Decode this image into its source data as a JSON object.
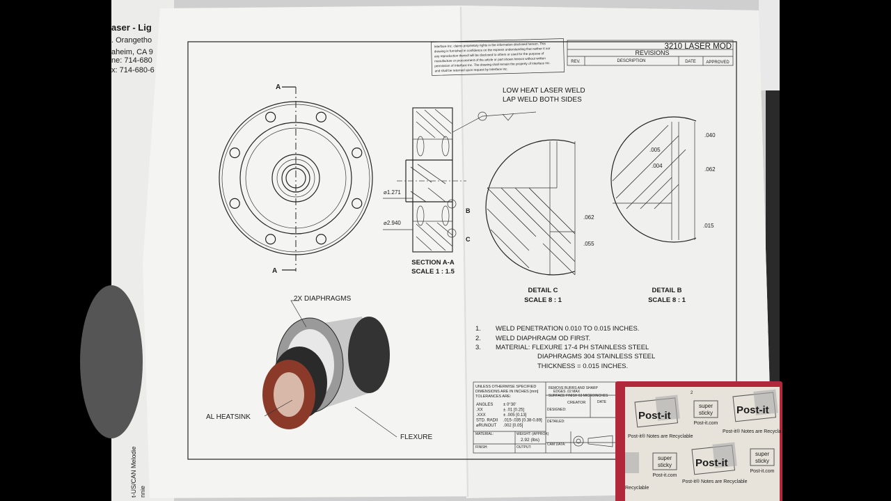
{
  "background_document": {
    "lines": [
      "aser - Lig",
      ". Orangetho",
      "aheim, CA 9",
      "ne: 714-680",
      "x: 714-680-6"
    ],
    "bottom_text": [
      "t-US/CAN Melodie",
      "nnie"
    ]
  },
  "drawing": {
    "disclaimer": [
      "Interface Inc. claims proprietary rights in the information disclosed hereon. This",
      "drawing is furnished in confidence on the express understanding that neither it nor",
      "any reproduction thereof will be disclosed to others or used for the purpose of",
      "manufacture or procurement of the article or part shown hereon without written",
      "permission of Interface Inc. The drawing shall remain the property of Interface Inc.",
      "and shall be returned upon request by Interface Inc."
    ],
    "title": "3210 LASER MOD",
    "revisions": {
      "heading": "REVISIONS",
      "columns": [
        "REV.",
        "DESCRIPTION",
        "DATE",
        "APPROVED"
      ]
    },
    "front_view": {
      "section_label_top": "A",
      "section_label_bottom": "A"
    },
    "section_view": {
      "dim_inner": "⌀1.271",
      "dim_outer": "⌀2.940",
      "callout_b": "B",
      "callout_c": "C",
      "title": "SECTION A-A",
      "scale": "SCALE 1 : 1.5"
    },
    "weld_note": [
      "LOW HEAT LASER WELD",
      "LAP WELD BOTH SIDES"
    ],
    "detail_c": {
      "dims": [
        ".062",
        ".055"
      ],
      "title": "DETAIL C",
      "scale": "SCALE 8 : 1"
    },
    "detail_b": {
      "dims": [
        ".040",
        ".005",
        ".004",
        ".062",
        ".015"
      ],
      "title": "DETAIL B",
      "scale": "SCALE 8 : 1"
    },
    "isometric": {
      "diaphragms": "2X DIAPHRAGMS",
      "heatsink": "AL HEATSINK",
      "flexure": "FLEXURE"
    },
    "notes": [
      {
        "num": "1.",
        "text": "WELD PENETRATION 0.010 TO 0.015 INCHES."
      },
      {
        "num": "2.",
        "text": "WELD DIAPHRAGM OD FIRST."
      },
      {
        "num": "3.",
        "text": "MATERIAL: FLEXURE 17-4 PH STAINLESS STEEL"
      },
      {
        "num": "",
        "text": "DIAPHRAGMS 304 STAINLESS STEEL"
      },
      {
        "num": "",
        "text": "THICKNESS = 0.015 INCHES."
      }
    ],
    "title_block": {
      "general": [
        "UNLESS OTHERWISE SPECIFIED",
        "DIMENSIONS ARE IN INCHES [mm]",
        "TOLERANCES ARE:"
      ],
      "tolerances": [
        {
          "label": "ANGLES",
          "value": "± 0°30'"
        },
        {
          "label": ".XX",
          "value": "± .01 [0.25]"
        },
        {
          "label": ".XXX",
          "value": "± .005 [0.13]"
        },
        {
          "label": "STD. RADII",
          "value": ".015-.035 [0.38-0.89]"
        },
        {
          "label": "⌀RUNOUT",
          "value": ".002 [0.05]"
        }
      ],
      "surface": [
        "REMOVE BURRS AND SHARP",
        "EDGES .02 MAX",
        "SURFACE FINISH 63 MICROINCHES"
      ],
      "creator": "CREATOR",
      "date": "DATE",
      "designed": "DESIGNED:",
      "detailed": "DETAILED:",
      "material": "MATERIAL:",
      "weight_label": "WEIGHT: (APPROX)",
      "weight_value": "2.92 (lbs)",
      "finish": "FINISH:",
      "output": "OUTPUT:",
      "cam_data": "CAM DATA:"
    }
  },
  "postit_pad": {
    "page_number": "2",
    "brand": "Post-it",
    "super": "super",
    "sticky": "sticky",
    "site": "Post-it.com",
    "slogan": "Post-it® Notes are Recyclable",
    "slogan_partial": "Post-it® Notes are Recycla",
    "recyclable_partial": "Recyclable",
    "border_color": "#b0283a"
  }
}
